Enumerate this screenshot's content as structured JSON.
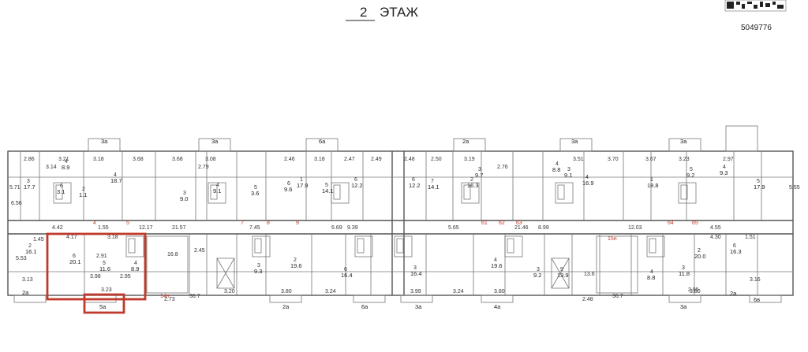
{
  "header": {
    "floor_number": "2",
    "floor_word": "ЭТАЖ",
    "doc_code": "5049776"
  },
  "highlight_color": "#c0392b",
  "balconies": [
    "3а",
    "3а",
    "6а",
    "2а",
    "3а",
    "3а",
    "2а",
    "5а",
    "2а",
    "6а",
    "3а",
    "4а",
    "3а",
    "6в",
    "2а"
  ],
  "corridor_labels": [
    "4",
    "5",
    "7",
    "8",
    "9",
    "61",
    "62",
    "63",
    "64",
    "65",
    "14н",
    "15н"
  ],
  "stairs": [
    "16.8",
    "36.7",
    "13.6",
    "36.7"
  ],
  "apartments": [
    {
      "room": "3",
      "area": "17.7"
    },
    {
      "room": "4",
      "area": "8.9"
    },
    {
      "room": "6",
      "area": "3.1"
    },
    {
      "room": "2",
      "area": "1.1"
    },
    {
      "room": "4",
      "area": "18.7"
    },
    {
      "room": "4",
      "area": "9.1"
    },
    {
      "room": "3",
      "area": "9.0"
    },
    {
      "room": "5",
      "area": "3.6"
    },
    {
      "room": "6",
      "area": "9.6"
    },
    {
      "room": "1",
      "area": "17.9"
    },
    {
      "room": "5",
      "area": "14.1"
    },
    {
      "room": "6",
      "area": "12.2"
    },
    {
      "room": "6",
      "area": "12.2"
    },
    {
      "room": "7",
      "area": "14.1"
    },
    {
      "room": "2",
      "area": "16.3"
    },
    {
      "room": "3",
      "area": "9.7"
    },
    {
      "room": "4",
      "area": "8.8"
    },
    {
      "room": "3",
      "area": "9.1"
    },
    {
      "room": "4",
      "area": "16.9"
    },
    {
      "room": "1",
      "area": "18.8"
    },
    {
      "room": "5",
      "area": "9.2"
    },
    {
      "room": "4",
      "area": "9.3"
    },
    {
      "room": "5",
      "area": "17.9"
    },
    {
      "room": "2",
      "area": "16.1"
    },
    {
      "room": "6",
      "area": "20.1"
    },
    {
      "room": "5",
      "area": "11.6"
    },
    {
      "room": "4",
      "area": "8.9"
    },
    {
      "room": "3",
      "area": "9.3"
    },
    {
      "room": "2",
      "area": "19.6"
    },
    {
      "room": "6",
      "area": "16.4"
    },
    {
      "room": "3",
      "area": "16.4"
    },
    {
      "room": "4",
      "area": "19.6"
    },
    {
      "room": "3",
      "area": "9.2"
    },
    {
      "room": "4",
      "area": "8.8"
    },
    {
      "room": "3",
      "area": "11.8"
    },
    {
      "room": "2",
      "area": "20.0"
    },
    {
      "room": "6",
      "area": "16.3"
    },
    {
      "room": "9",
      "area": "13.9"
    }
  ],
  "dimensions": [
    "2.86",
    "3.14",
    "3.21",
    "3.18",
    "3.68",
    "3.68",
    "2.79",
    "3.08",
    "2.46",
    "3.18",
    "2.47",
    "2.49",
    "2.48",
    "2.50",
    "3.19",
    "2.76",
    "3.51",
    "3.70",
    "3.67",
    "3.23",
    "2.97",
    "4.42",
    "1.55",
    "12.17",
    "21.57",
    "7.45",
    "6.69",
    "9.39",
    "5.65",
    "21.46",
    "8.99",
    "12.03",
    "4.55",
    "1.45",
    "5.53",
    "4.17",
    "3.18",
    "2.91",
    "3.98",
    "2.95",
    "3.23",
    "2.73",
    "2.45",
    "3.20",
    "3.80",
    "3.24",
    "3.99",
    "3.24",
    "3.80",
    "2.48",
    "3.80",
    "2.95",
    "3.13",
    "3.16",
    "4.30",
    "5.71",
    "5.55",
    "1.51",
    "6.56"
  ]
}
